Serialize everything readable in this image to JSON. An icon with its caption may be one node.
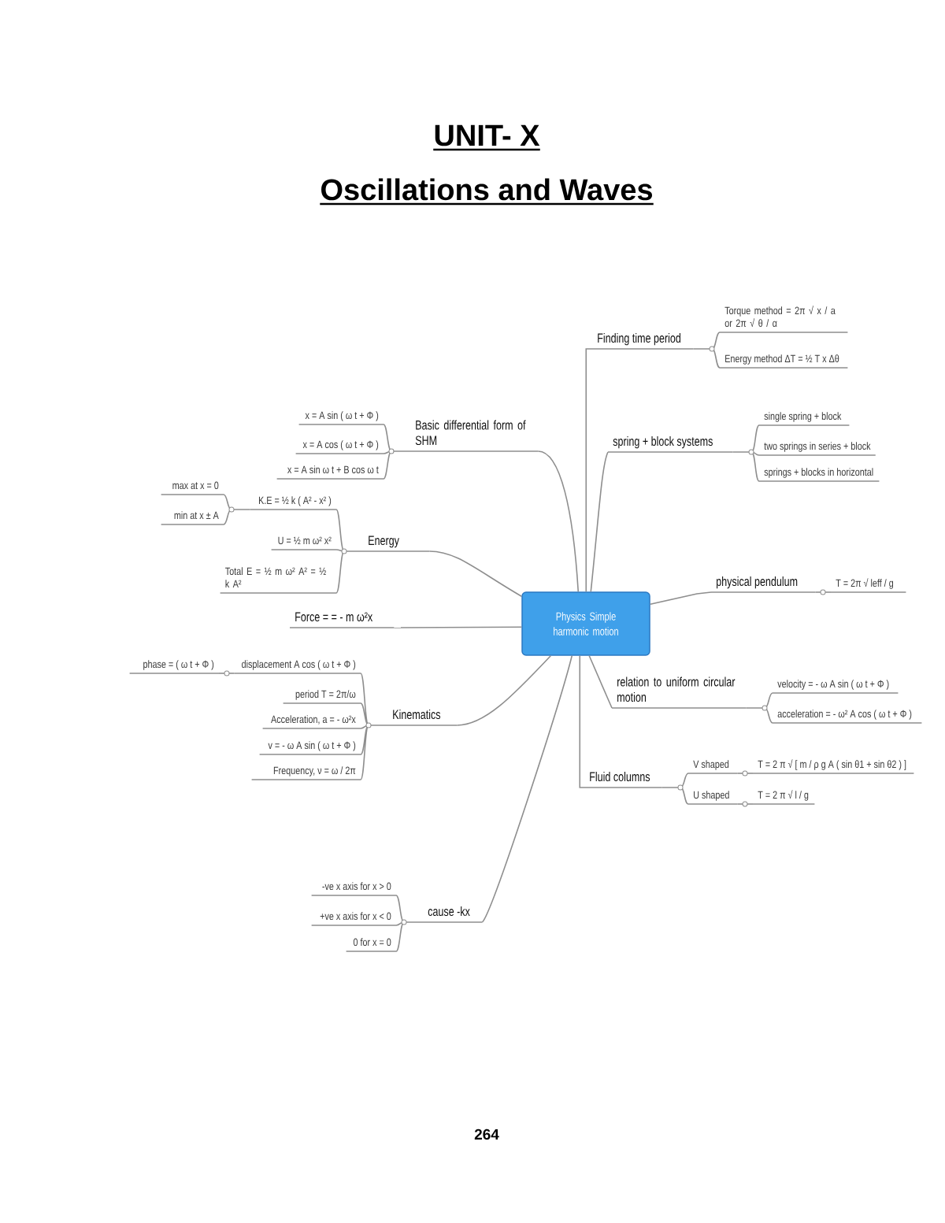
{
  "diagram": {
    "title": "UNIT- X",
    "nodes": [
      {
        "text": [
          "Physics Simple harmonic motion"
        ]
      },
      {
        "text": [
          "Finding time period"
        ]
      },
      {
        "text": [
          "Torque method = 2π √ x / a or 2π √ θ / α"
        ]
      },
      {
        "text": [
          "Energy method ΔT = ½ T x Δθ"
        ]
      },
      {
        "text": [
          "spring + block systems"
        ]
      },
      {
        "text": [
          "single spring + block"
        ]
      },
      {
        "text": [
          "two springs in series + block"
        ]
      },
      {
        "text": [
          "springs + blocks in horizontal"
        ]
      },
      {
        "text": [
          "physical pendulum"
        ]
      },
      {
        "text": [
          "T = 2π √ leff / g"
        ]
      },
      {
        "text": [
          "relation to uniform circular motion"
        ]
      },
      {
        "text": [
          "velocity = - ω A sin ( ω t + Φ )"
        ]
      },
      {
        "text": [
          "acceleration = - ω² A cos ( ω t + Φ )"
        ]
      },
      {
        "text": [
          "Fluid columns"
        ]
      },
      {
        "text": [
          "V shaped"
        ]
      },
      {
        "text": [
          "T = 2 π √ [ m / ρ g A ( sin θ1 + sin θ2 ) ]"
        ]
      },
      {
        "text": [
          "U shaped"
        ]
      },
      {
        "text": [
          "T = 2 π √ l / g"
        ]
      },
      {
        "text": [
          "Basic differential form of SHM"
        ]
      },
      {
        "text": [
          "x = A sin ( ω t + Φ )"
        ]
      },
      {
        "text": [
          "x = A cos ( ω t + Φ )"
        ]
      },
      {
        "text": [
          "x = A sin ω t + B cos ω t"
        ]
      },
      {
        "text": [
          "Energy"
        ]
      },
      {
        "text": [
          "K.E = ½ k ( A² - x² )"
        ]
      },
      {
        "text": [
          "max at x = 0"
        ]
      },
      {
        "text": [
          "min at x ± A"
        ]
      },
      {
        "text": [
          "U = ½ m ω² x²"
        ]
      },
      {
        "text": [
          "Total E = ½ m ω² A² = ½ k A²"
        ]
      },
      {
        "text": [
          "Force = = - m ω²x"
        ]
      },
      {
        "text": [
          "Kinematics"
        ]
      },
      {
        "text": [
          "displacement A cos ( ω t + Φ )"
        ]
      },
      {
        "text": [
          "phase = ( ω t + Φ )"
        ]
      },
      {
        "text": [
          "period T = 2π/ω"
        ]
      },
      {
        "text": [
          "Acceleration, a = - ω²x"
        ]
      },
      {
        "text": [
          "v = - ω A sin ( ω t + Φ )"
        ]
      },
      {
        "text": [
          "Frequency, ν = ω / 2π"
        ]
      },
      {
        "text": [
          "cause -kx"
        ]
      },
      {
        "text": [
          "-ve x axis for x > 0"
        ]
      },
      {
        "text": [
          "+ve x axis for x < 0"
        ]
      },
      {
        "text": [
          "0 for x = 0"
        ]
      }
    ],
    "edges": [
      {
        "from": 0,
        "to": 1,
        "arrow": "none"
      },
      {
        "from": 0,
        "to": 4,
        "arrow": "none"
      },
      {
        "from": 0,
        "to": 8,
        "arrow": "none"
      },
      {
        "from": 0,
        "to": 10,
        "arrow": "none"
      },
      {
        "from": 0,
        "to": 13,
        "arrow": "none"
      },
      {
        "from": 0,
        "to": 18,
        "arrow": "none"
      },
      {
        "from": 0,
        "to": 22,
        "arrow": "none"
      },
      {
        "from": 0,
        "to": 28,
        "arrow": "none"
      },
      {
        "from": 0,
        "to": 29,
        "arrow": "none"
      },
      {
        "from": 0,
        "to": 36,
        "arrow": "none"
      },
      {
        "from": 1,
        "to": 2,
        "arrow": "none"
      },
      {
        "from": 1,
        "to": 3,
        "arrow": "none"
      },
      {
        "from": 4,
        "to": 5,
        "arrow": "none"
      },
      {
        "from": 4,
        "to": 6,
        "arrow": "none"
      },
      {
        "from": 4,
        "to": 7,
        "arrow": "none"
      },
      {
        "from": 8,
        "to": 9,
        "arrow": "none"
      },
      {
        "from": 10,
        "to": 11,
        "arrow": "none"
      },
      {
        "from": 10,
        "to": 12,
        "arrow": "none"
      },
      {
        "from": 13,
        "to": 14,
        "arrow": "none"
      },
      {
        "from": 13,
        "to": 16,
        "arrow": "none"
      },
      {
        "from": 14,
        "to": 15,
        "arrow": "none"
      },
      {
        "from": 16,
        "to": 17,
        "arrow": "none"
      },
      {
        "from": 18,
        "to": 19,
        "arrow": "none"
      },
      {
        "from": 18,
        "to": 20,
        "arrow": "none"
      },
      {
        "from": 18,
        "to": 21,
        "arrow": "none"
      },
      {
        "from": 22,
        "to": 23,
        "arrow": "none"
      },
      {
        "from": 22,
        "to": 26,
        "arrow": "none"
      },
      {
        "from": 22,
        "to": 27,
        "arrow": "none"
      },
      {
        "from": 23,
        "to": 24,
        "arrow": "none"
      },
      {
        "from": 23,
        "to": 25,
        "arrow": "none"
      },
      {
        "from": 29,
        "to": 30,
        "arrow": "none"
      },
      {
        "from": 29,
        "to": 32,
        "arrow": "none"
      },
      {
        "from": 29,
        "to": 33,
        "arrow": "none"
      },
      {
        "from": 29,
        "to": 34,
        "arrow": "none"
      },
      {
        "from": 29,
        "to": 35,
        "arrow": "none"
      },
      {
        "from": 30,
        "to": 31,
        "arrow": "none"
      },
      {
        "from": 36,
        "to": 37,
        "arrow": "none"
      },
      {
        "from": 36,
        "to": 38,
        "arrow": "none"
      },
      {
        "from": 36,
        "to": 39,
        "arrow": "none"
      }
    ],
    "labels": [
      "Oscillations and Waves",
      "264"
    ]
  }
}
